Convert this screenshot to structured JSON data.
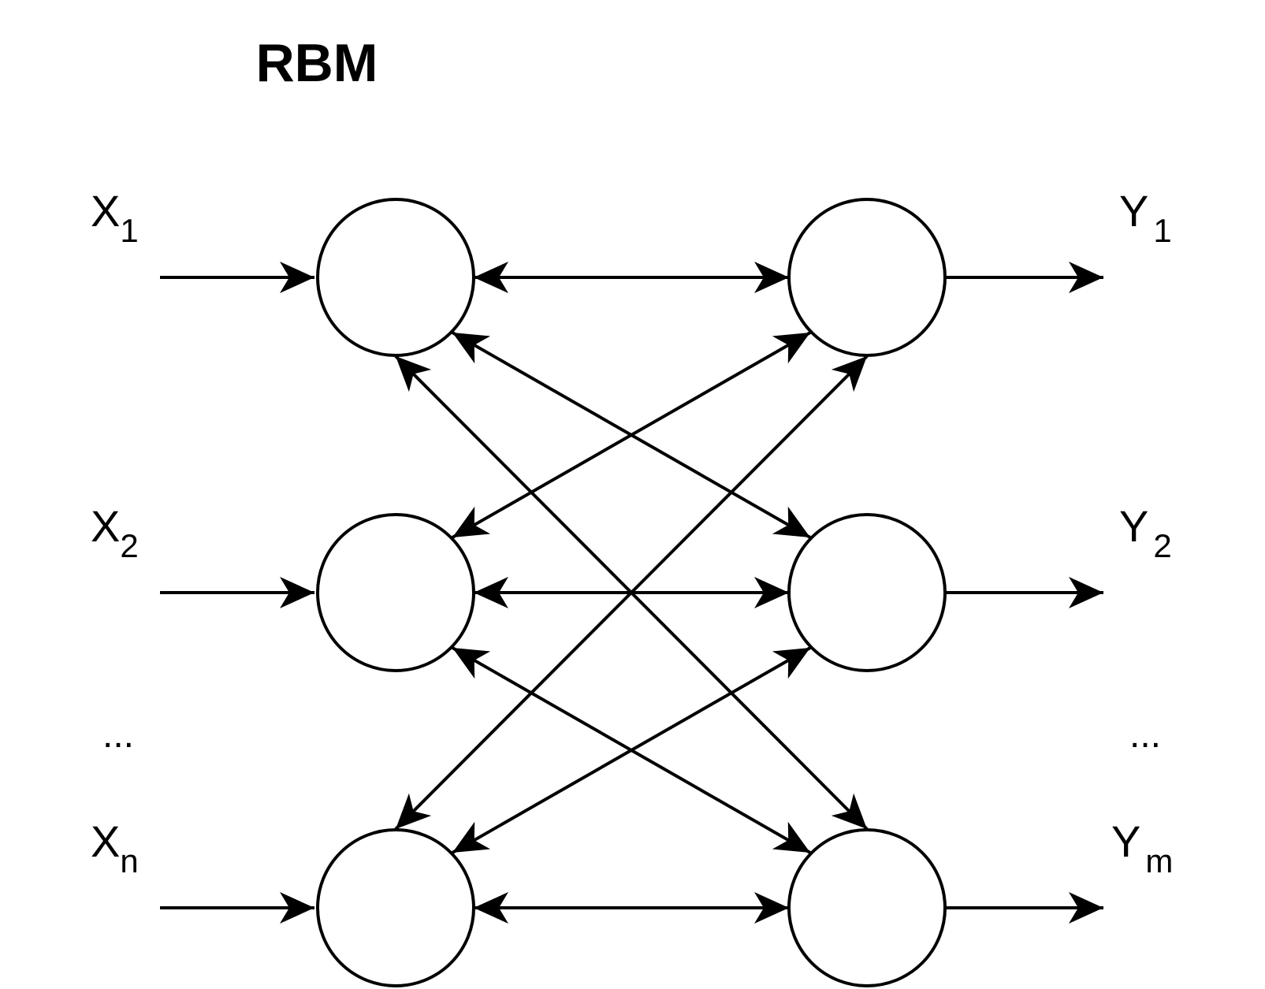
{
  "title": "RBM",
  "colors": {
    "stroke": "#000000",
    "fill": "#ffffff"
  },
  "inputs": [
    {
      "base": "X",
      "sub": "1"
    },
    {
      "base": "X",
      "sub": "2"
    },
    {
      "base": "X",
      "sub": "n"
    }
  ],
  "outputs": [
    {
      "base": "Y",
      "sub": "1"
    },
    {
      "base": "Y",
      "sub": "2"
    },
    {
      "base": "Y",
      "sub": "m"
    }
  ],
  "ellipsis": {
    "left": "...",
    "right": "..."
  },
  "connections": {
    "visible_to_hidden": "bidirectional",
    "input_arrows": "one-way",
    "output_arrows": "one-way"
  }
}
